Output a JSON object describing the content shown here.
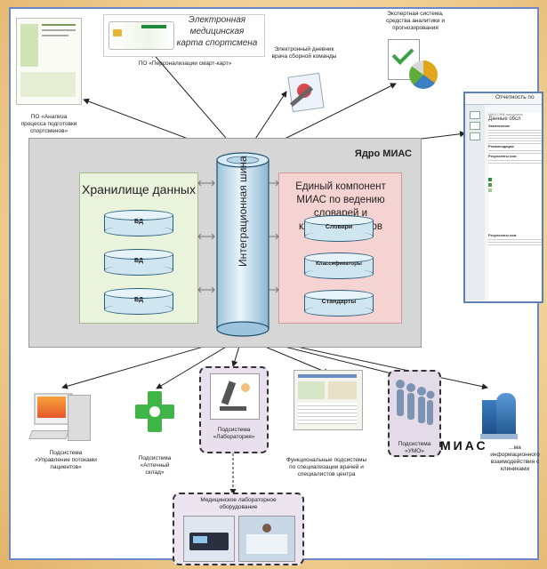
{
  "top": {
    "emk_title": [
      "Электронная",
      "медицинская",
      "карта спортсмена"
    ],
    "smart_cards": "ПО «Персонализации смарт-карт»",
    "analysis": [
      "ПО «Анализа",
      "процесса подготовки",
      "спортсменов»"
    ],
    "diary": [
      "Электронный дневник",
      "врача сборной команды"
    ],
    "expert": [
      "Экспертная система,",
      "средства аналитики и",
      "прогнозирования"
    ],
    "report_title": "Отчетность по"
  },
  "core": {
    "title": "Ядро МИАС",
    "storage_title": "Хранилище данных",
    "storage_cylinders": [
      "БД",
      "БД",
      "БД"
    ],
    "dict_title": [
      "Единый компонент",
      "МИАС по ведению",
      "словарей и",
      "классификаторов"
    ],
    "dict_cylinders": [
      "Словари",
      "Классификаторы",
      "Стандарты"
    ],
    "bus_label": "Интеграционная шина"
  },
  "bottom": {
    "patients": [
      "Подсистема",
      "«Управление потоками",
      "пациентов»"
    ],
    "pharmacy": [
      "Подсистема",
      "«Аптечный",
      "склад»"
    ],
    "lab": [
      "Подсистема",
      "«Лаборатория»"
    ],
    "functional": [
      "Функциональные подсистемы",
      "по специализации врачей и",
      "специалистов центра"
    ],
    "umo": [
      "Подсистема",
      "«УМО»"
    ],
    "interaction": [
      "...ма",
      "информационного",
      "взаимодействия с",
      "клиниками"
    ],
    "lab_equipment": [
      "Медицинское лабораторное",
      "оборудование"
    ]
  },
  "overlay_label": "МИАС",
  "report_doc": {
    "crumb": "МИАС/ЭМК спортсмена",
    "heading": "Данные обсл",
    "section1": "Заключение",
    "section2": "Рекомендации",
    "section3": "Результаты ком",
    "section4": "Результаты ком"
  }
}
